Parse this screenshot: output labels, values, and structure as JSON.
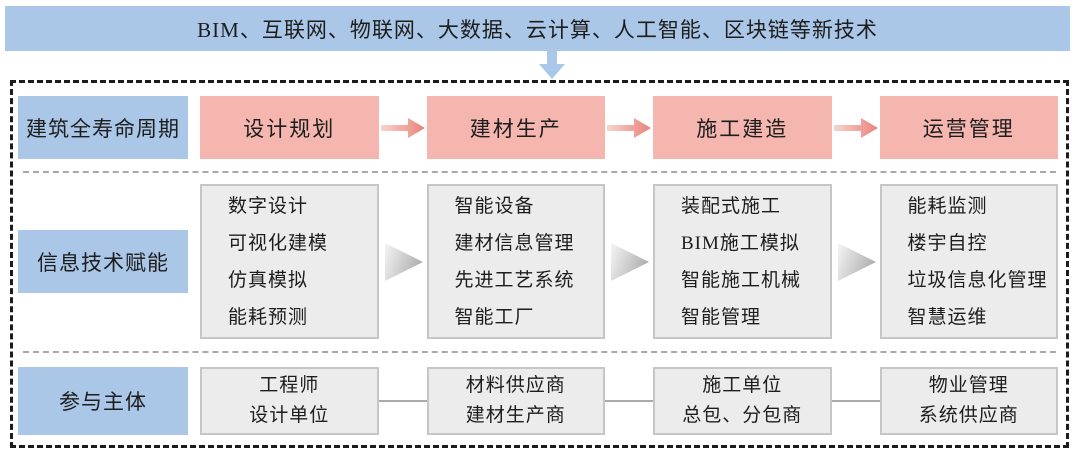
{
  "banner": {
    "text": "BIM、互联网、物联网、大数据、云计算、人工智能、区块链等新技术"
  },
  "lifecycle": {
    "label": "建筑全寿命周期",
    "stages": [
      "设计规划",
      "建材生产",
      "施工建造",
      "运营管理"
    ]
  },
  "technology": {
    "label": "信息技术赋能",
    "groups": [
      {
        "lines": [
          "数字设计",
          "可视化建模",
          "仿真模拟",
          "能耗预测"
        ]
      },
      {
        "lines": [
          "智能设备",
          "建材信息管理",
          "先进工艺系统",
          "智能工厂"
        ]
      },
      {
        "lines": [
          "装配式施工",
          "BIM施工模拟",
          "智能施工机械",
          "智能管理"
        ]
      },
      {
        "lines": [
          "能耗监测",
          "楼宇自控",
          "垃圾信息化管理",
          "智慧运维"
        ]
      }
    ]
  },
  "participants": {
    "label": "参与主体",
    "groups": [
      {
        "lines": [
          "工程师",
          "设计单位"
        ]
      },
      {
        "lines": [
          "材料供应商",
          "建材生产商"
        ]
      },
      {
        "lines": [
          "施工单位",
          "总包、分包商"
        ]
      },
      {
        "lines": [
          "物业管理",
          "系统供应商"
        ]
      }
    ]
  },
  "colors": {
    "banner_blue": "#aac7e7",
    "label_blue": "#aac7e7",
    "stage_pink": "#f4b6ae",
    "pink_arrow_dark": "#e8837a",
    "pink_arrow_light": "#f8d3cd",
    "gray_box_fill": "#ececec",
    "gray_box_border": "#c6c6c6",
    "gray_triangle_dark": "#b0b0b0",
    "gray_triangle_light": "#f5f5f5",
    "blue_arrow": "#a9c7e9",
    "dashed_border": "#1c1c1c",
    "row_divider": "#a9a9a9"
  }
}
